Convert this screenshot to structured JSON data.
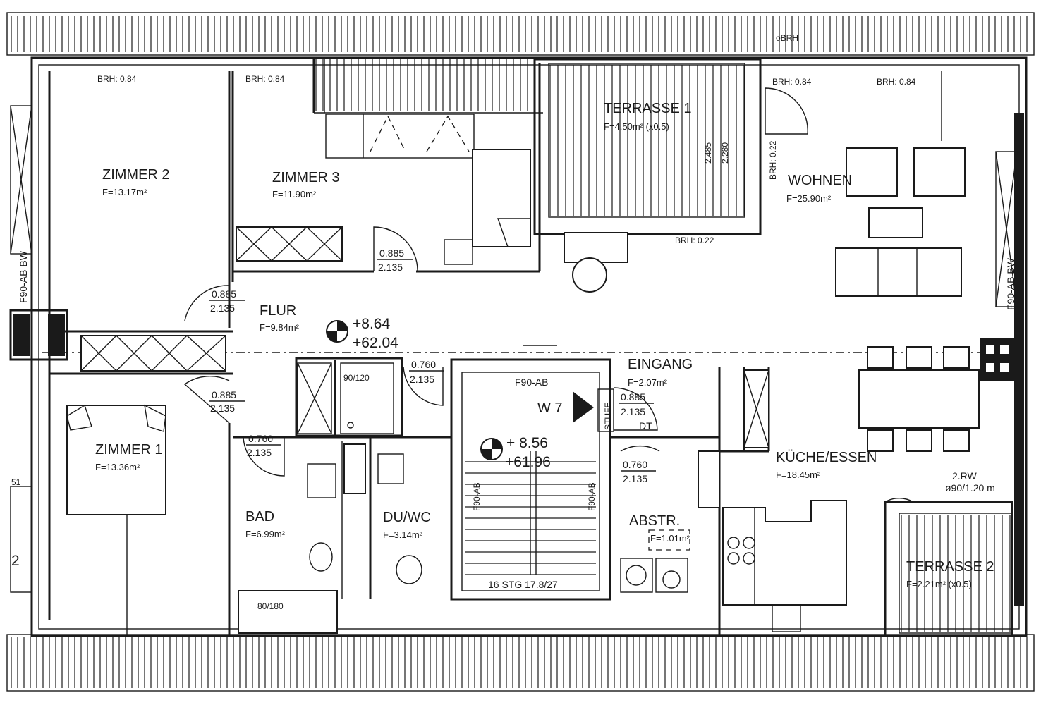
{
  "rooms": {
    "zimmer2": {
      "name": "ZIMMER 2",
      "area": "F=13.17m²"
    },
    "zimmer3": {
      "name": "ZIMMER 3",
      "area": "F=11.90m²"
    },
    "terrasse1": {
      "name": "TERRASSE 1",
      "area": "F=4.50m² (x0.5)"
    },
    "wohnen": {
      "name": "WOHNEN",
      "area": "F=25.90m²"
    },
    "flur": {
      "name": "FLUR",
      "area": "F=9.84m²"
    },
    "zimmer1": {
      "name": "ZIMMER 1",
      "area": "F=13.36m²"
    },
    "bad": {
      "name": "BAD",
      "area": "F=6.99m²"
    },
    "duwc": {
      "name": "DU/WC",
      "area": "F=3.14m²"
    },
    "eingang": {
      "name": "EINGANG",
      "area": "F=2.07m²"
    },
    "abstr": {
      "name": "ABSTR.",
      "area": "F=1.01m²"
    },
    "kueche": {
      "name": "KÜCHE/ESSEN",
      "area": "F=18.45m²"
    },
    "terrasse2": {
      "name": "TERRASSE 2",
      "area": "F=2.21m² (x0.5)"
    }
  },
  "sill_heights": {
    "zimmer2": "BRH: 0.84",
    "zimmer3": "BRH: 0.84",
    "wohnen_left": "BRH: 0.84",
    "wohnen_right": "BRH: 0.84",
    "terrasse1_bottom": "BRH: 0.22",
    "terrasse1_side": "BRH: 0.22",
    "top": "oBRH"
  },
  "doors": {
    "zimmer3": {
      "width": "0.885",
      "height": "2.135"
    },
    "zimmer2": {
      "width": "0.885",
      "height": "2.135"
    },
    "zimmer1": {
      "width": "0.885",
      "height": "2.135"
    },
    "storage": {
      "width": "0.760",
      "height": "2.135"
    },
    "bad": {
      "width": "0.760",
      "height": "2.135"
    },
    "entrance": {
      "width": "0.885",
      "height": "2.135",
      "type": "DT"
    },
    "abstr": {
      "width": "0.760",
      "height": "2.135"
    }
  },
  "levels": {
    "flur": {
      "relative": "+8.64",
      "absolute": "+62.04"
    },
    "stair": {
      "relative": "+ 8.56",
      "absolute": "+61.96"
    }
  },
  "dimensions": {
    "terrace_height_a": "2.485",
    "terrace_height_b": "2.280"
  },
  "labels": {
    "f90_left": "F90-AB BW",
    "f90_right": "F90-AB BW",
    "f90_stair_top": "F90-AB",
    "f90_stair_left": "F90-AB",
    "f90_stair_right": "F90-AB",
    "w7": "W 7",
    "stufe": "STUFE",
    "stair": "16 STG 17.8/27",
    "bathtub": "80/180",
    "shower": "90/120",
    "rw_a": "2.RW",
    "rw_b": "ø90/1.20 m",
    "edge_a": "51",
    "edge_b": "2"
  }
}
